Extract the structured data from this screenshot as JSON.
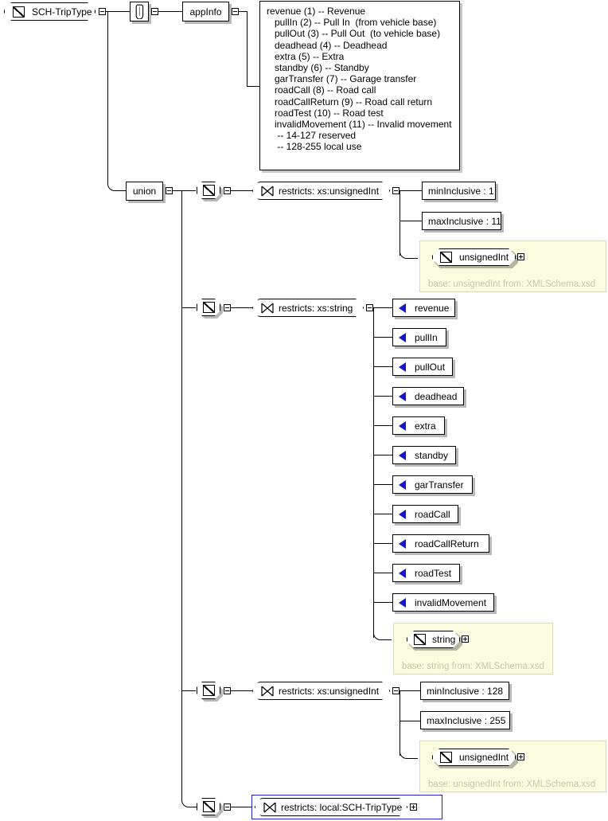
{
  "diagram": {
    "title": "SCH-TripType",
    "root": {
      "label": "SCH-TripType",
      "icon": "simple-type-icon"
    },
    "annotation": {
      "icon": "paperclip-icon"
    },
    "appinfo": {
      "label": "appInfo"
    },
    "documentation": {
      "lines": [
        "revenue (1) -- Revenue",
        "pullIn (2) -- Pull In  (from vehicle base)",
        "pullOut (3) -- Pull Out  (to vehicle base)",
        "deadhead (4) -- Deadhead",
        "extra (5) -- Extra",
        "standby (6) -- Standby",
        "garTransfer (7) -- Garage transfer",
        "roadCall (8) -- Road call",
        "roadCallReturn (9) -- Road call return",
        "roadTest (10) -- Road test",
        "invalidMovement (11) -- Invalid movement",
        " -- 14-127 reserved",
        " -- 128-255 local use"
      ]
    },
    "union": {
      "label": "union"
    },
    "branches": [
      {
        "name": "branch-unsignedint-1-11",
        "restricts_label": "restricts: xs:unsignedInt",
        "facets": [
          {
            "label": "minInclusive : 1"
          },
          {
            "label": "maxInclusive : 11"
          }
        ],
        "enumerations": [],
        "base_panel": {
          "type_label": "unsignedInt",
          "base_text": "base: unsignedInt from: XMLSchema.xsd"
        }
      },
      {
        "name": "branch-string-enums",
        "restricts_label": "restricts: xs:string",
        "facets": [],
        "enumerations": [
          {
            "label": "revenue"
          },
          {
            "label": "pullIn"
          },
          {
            "label": "pullOut"
          },
          {
            "label": "deadhead"
          },
          {
            "label": "extra"
          },
          {
            "label": "standby"
          },
          {
            "label": "garTransfer"
          },
          {
            "label": "roadCall"
          },
          {
            "label": "roadCallReturn"
          },
          {
            "label": "roadTest"
          },
          {
            "label": "invalidMovement"
          }
        ],
        "base_panel": {
          "type_label": "string",
          "base_text": "base: string from: XMLSchema.xsd"
        }
      },
      {
        "name": "branch-unsignedint-128-255",
        "restricts_label": "restricts: xs:unsignedInt",
        "facets": [
          {
            "label": "minInclusive : 128"
          },
          {
            "label": "maxInclusive : 255"
          }
        ],
        "enumerations": [],
        "base_panel": {
          "type_label": "unsignedInt",
          "base_text": "base: unsignedInt from: XMLSchema.xsd"
        }
      },
      {
        "name": "branch-local-schtriptype",
        "restricts_label": "restricts: local:SCH-TripType",
        "facets": [],
        "enumerations": [],
        "base_panel": null,
        "selected": true
      }
    ],
    "colors": {
      "line": "#000000",
      "enum_marker": "#1414C8",
      "base_panel_bg": "#FBFBE0",
      "base_panel_text": "#C9C9A8",
      "selection_border": "#2222CC"
    }
  }
}
